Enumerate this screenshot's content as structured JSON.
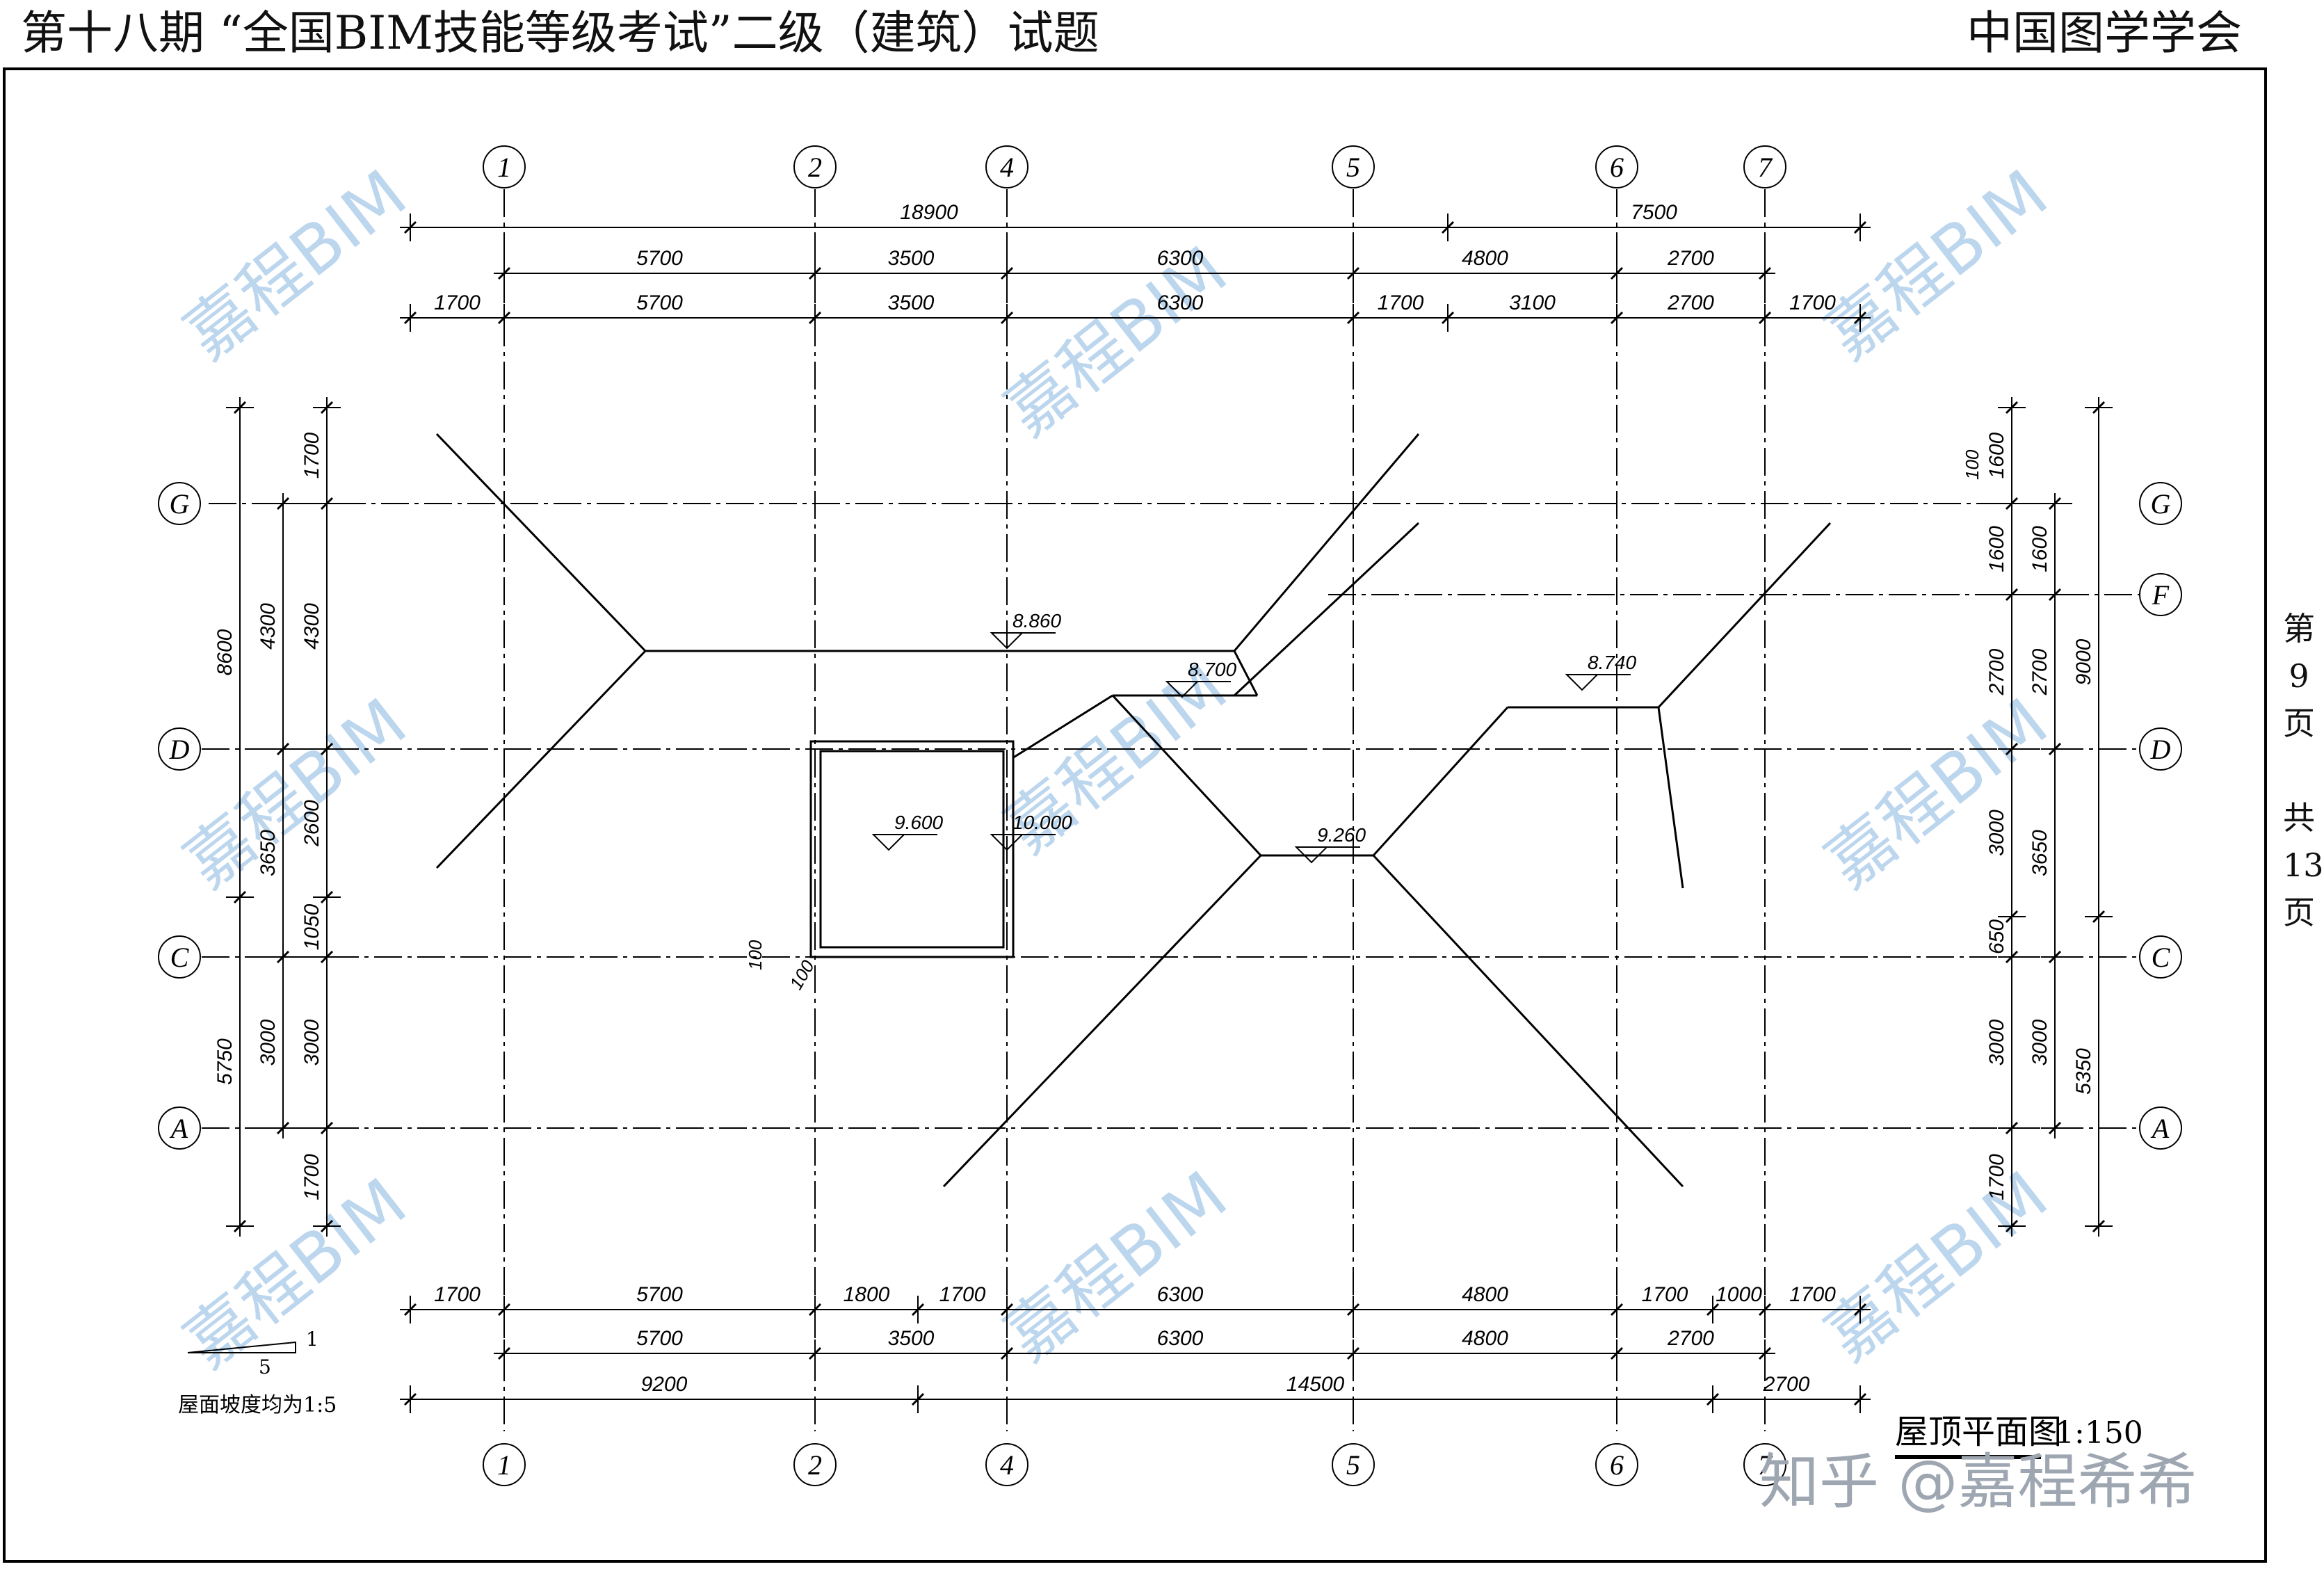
{
  "header": {
    "left": "第十八期   “全国BIM技能等级考试”二级（建筑）试题",
    "right": "中国图学学会"
  },
  "side": {
    "di": "第",
    "page": "9",
    "ye1": "页",
    "gong": "共",
    "total": "13",
    "ye2": "页"
  },
  "drawing": {
    "title": "屋顶平面图",
    "scale": "1:150",
    "slope_note": "屋面坡度均为1:5",
    "slope_rise": "1",
    "slope_run": "5"
  },
  "grid_axes": {
    "vertical": [
      "1",
      "2",
      "4",
      "5",
      "6",
      "7"
    ],
    "horizontal_left": [
      "G",
      "D",
      "C",
      "A"
    ],
    "horizontal_right": [
      "G",
      "F",
      "D",
      "C",
      "A"
    ]
  },
  "elevations": [
    "8.860",
    "8.700",
    "8.740",
    "9.600",
    "10.000",
    "9.260"
  ],
  "dims": {
    "top_row1": [
      "18900",
      "7500"
    ],
    "top_row2": [
      "5700",
      "3500",
      "6300",
      "4800",
      "2700"
    ],
    "top_row3": [
      "1700",
      "5700",
      "3500",
      "6300",
      "1700",
      "3100",
      "2700",
      "1700"
    ],
    "bottom_row1": [
      "1700",
      "5700",
      "1800",
      "1700",
      "6300",
      "4800",
      "1700",
      "1000",
      "1700"
    ],
    "bottom_row2": [
      "5700",
      "3500",
      "6300",
      "4800",
      "2700"
    ],
    "bottom_row3": [
      "9200",
      "14500",
      "2700"
    ],
    "left_outer": [
      "8600",
      "5750"
    ],
    "left_mid": [
      "4300",
      "3650",
      "3000"
    ],
    "left_inner": [
      "1700",
      "4300",
      "2600",
      "1050",
      "3000",
      "1700"
    ],
    "right_outer": [
      "9000",
      "5350"
    ],
    "right_mid": [
      "1600",
      "2700",
      "3650",
      "3000"
    ],
    "right_inner": [
      "1600",
      "1600",
      "2700",
      "3000",
      "650",
      "3000",
      "1700"
    ],
    "parapet": [
      "100",
      "100",
      "100"
    ]
  },
  "watermark": {
    "brand": "嘉程BIM",
    "zhihu": "知乎 @嘉程希希"
  }
}
